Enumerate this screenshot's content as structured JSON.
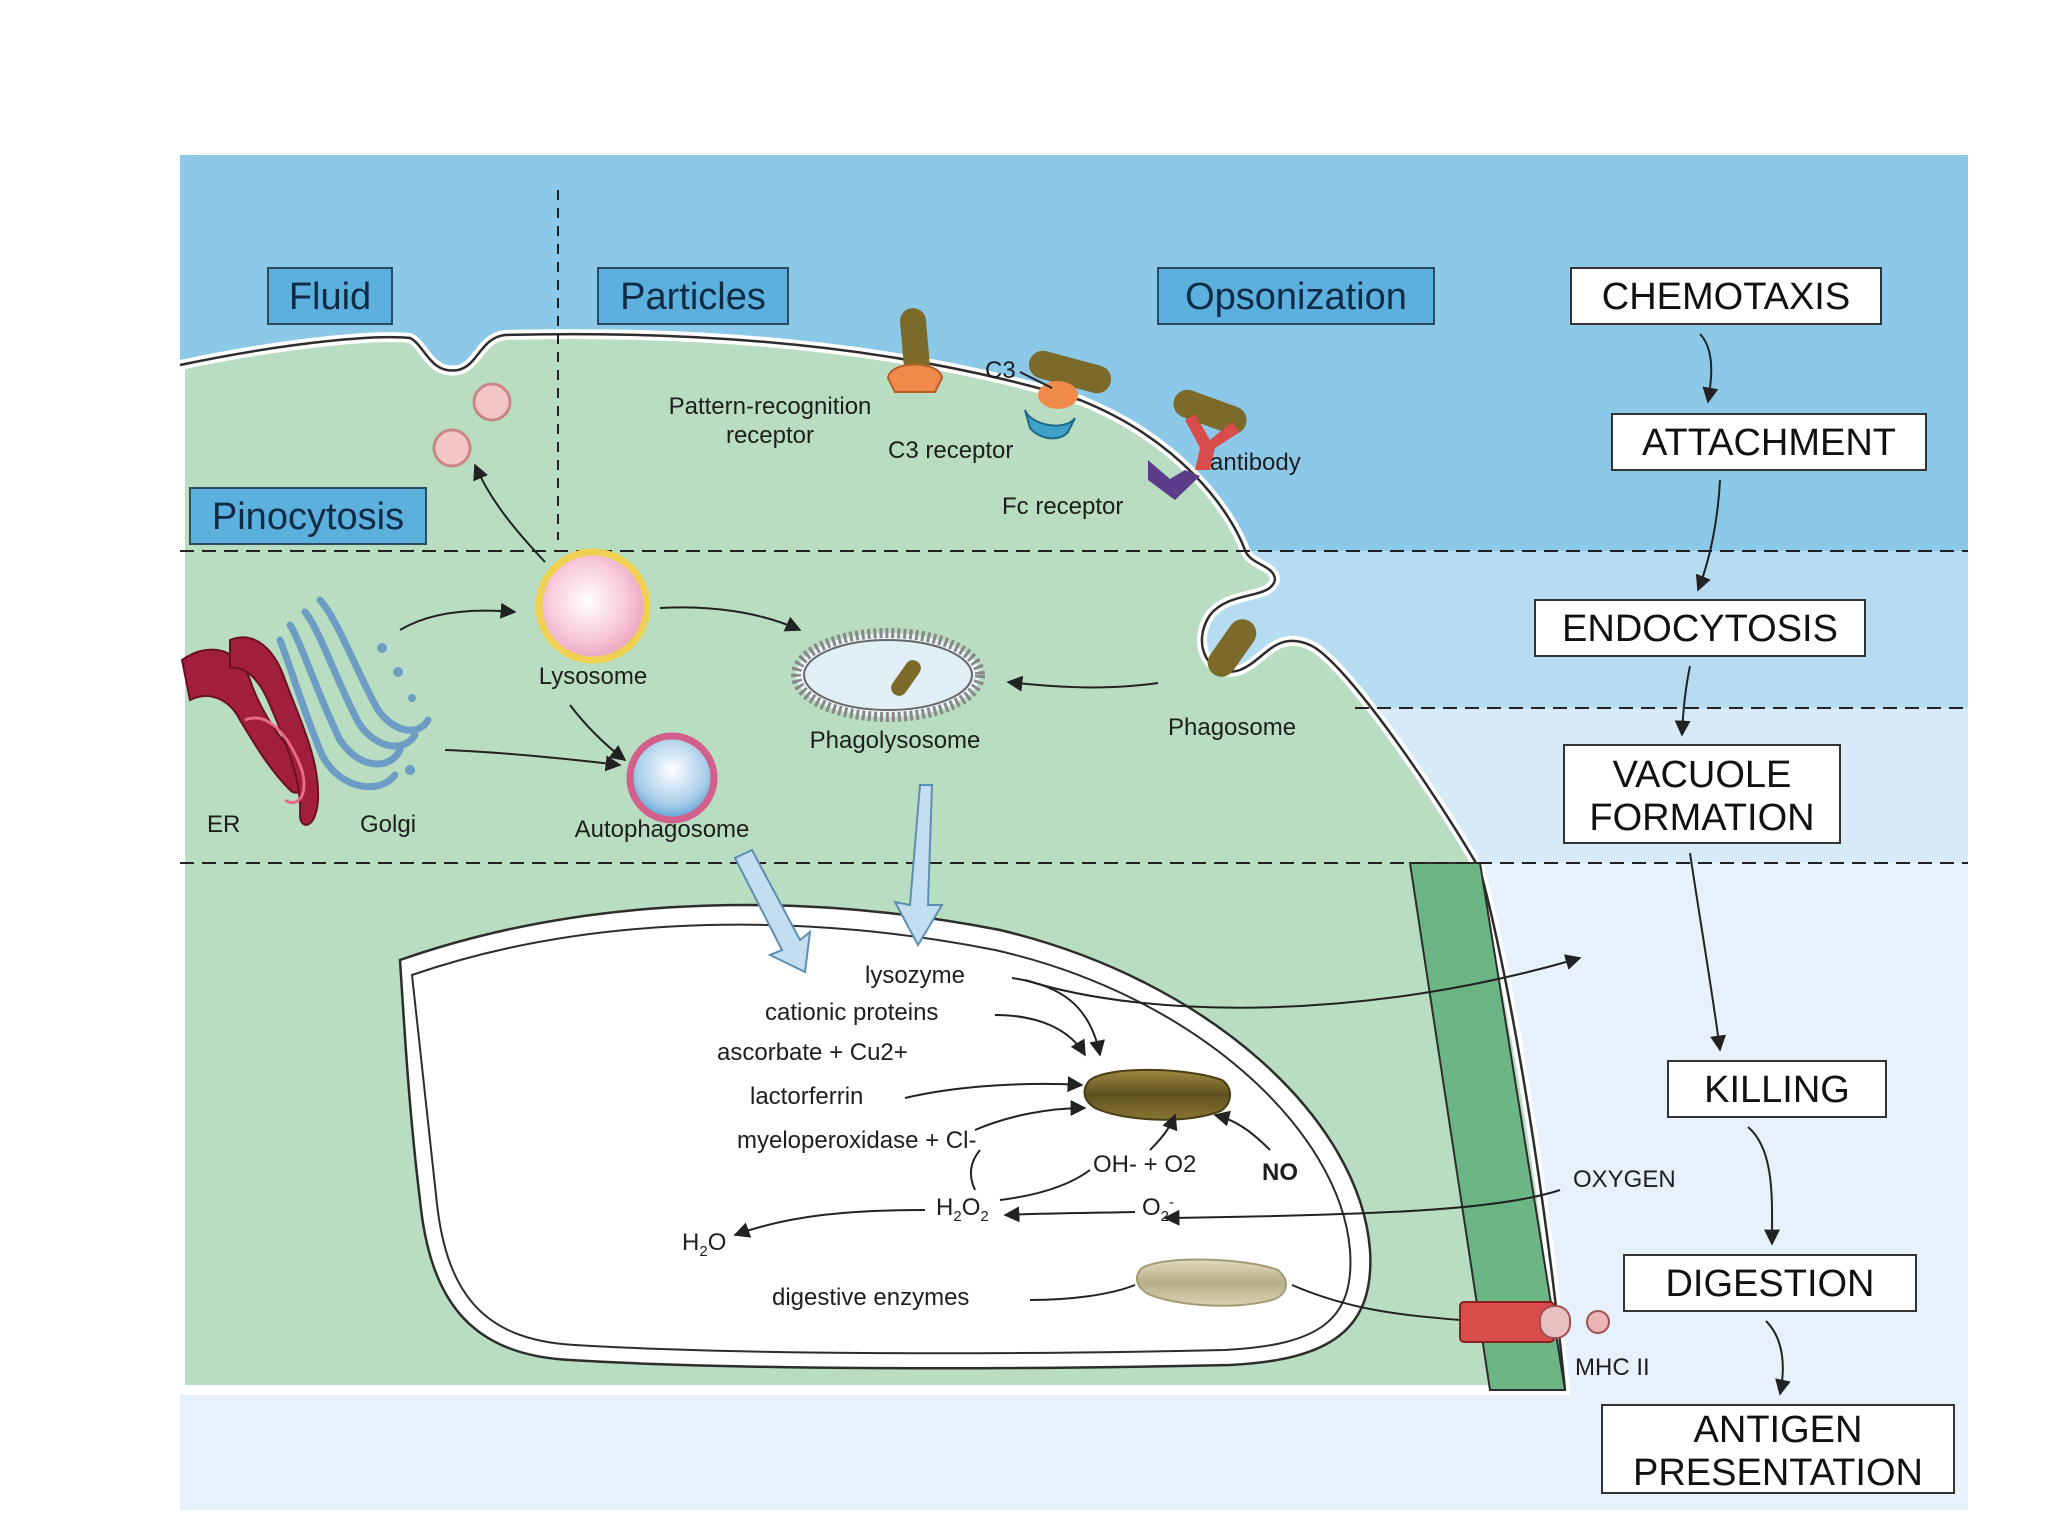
{
  "zones": {
    "fluid": "Fluid",
    "particles": "Particles",
    "opsonization": "Opsonization",
    "pinocytosis": "Pinocytosis"
  },
  "receptors": {
    "pattern_line1": "Pattern-recognition",
    "pattern_line2": "receptor",
    "c3": "C3",
    "c3_receptor": "C3 receptor",
    "antibody": "antibody",
    "fc_receptor": "Fc receptor"
  },
  "organelles": {
    "lysosome": "Lysosome",
    "phagolysosome": "Phagolysosome",
    "phagosome": "Phagosome",
    "er": "ER",
    "golgi": "Golgi",
    "autophagosome": "Autophagosome"
  },
  "killing": {
    "lysozyme": "lysozyme",
    "cationic_proteins": "cationic proteins",
    "ascorbate": "ascorbate + Cu2+",
    "lactorferrin": "lactorferrin",
    "myeloperoxidase": "myeloperoxidase + Cl-",
    "oh_o2": "OH- + O2",
    "no": "NO",
    "h2o2_main": "H",
    "h2o2_sub1": "2",
    "h2o2_mid": "O",
    "h2o2_sub2": "2",
    "o2_main": "O",
    "o2_sub": "2",
    "o2_sup": "-",
    "h2o_main": "H",
    "h2o_sub": "2",
    "h2o_end": "O",
    "digestive_enzymes": "digestive enzymes",
    "oxygen": "OXYGEN",
    "mhc": "MHC II"
  },
  "steps": [
    {
      "line1": "CHEMOTAXIS",
      "line2": ""
    },
    {
      "line1": "ATTACHMENT",
      "line2": ""
    },
    {
      "line1": "ENDOCYTOSIS",
      "line2": ""
    },
    {
      "line1": "VACUOLE",
      "line2": "FORMATION"
    },
    {
      "line1": "KILLING",
      "line2": ""
    },
    {
      "line1": "DIGESTION",
      "line2": ""
    },
    {
      "line1": "ANTIGEN",
      "line2": "PRESENTATION"
    }
  ],
  "colors": {
    "band1": "#8cc9e9",
    "band2": "#b6dcf2",
    "band3": "#d6eaf7",
    "band4": "#e6f1fb",
    "cell": "#b8ddc0",
    "membrane_band": "#6cb686",
    "mhc": "#d94c4c",
    "bacterium": "#7b6a2a"
  }
}
